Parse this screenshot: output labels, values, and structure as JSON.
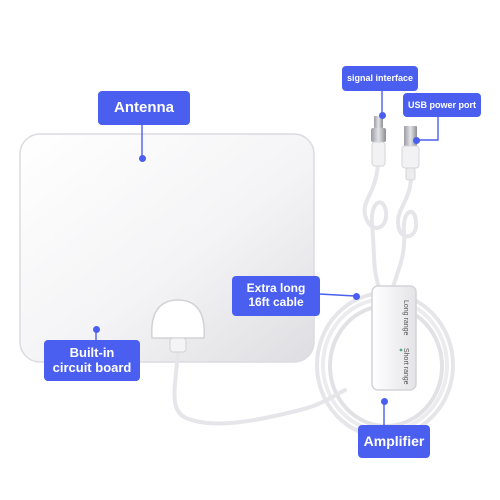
{
  "labels": {
    "antenna": "Antenna",
    "signal_interface": "signal interface",
    "usb_power_port": "USB power port",
    "extra_long_cable": "Extra long\n16ft cable",
    "built_in_circuit_board": "Built-in\ncircuit board",
    "amplifier": "Amplifier",
    "amplifier_long_range": "Long range",
    "amplifier_short_range": "Short range"
  },
  "colors": {
    "label_bg": "#4a5ff0",
    "label_text": "#ffffff",
    "cable": "#e8e8ea",
    "connector": "#c9c9cc"
  }
}
